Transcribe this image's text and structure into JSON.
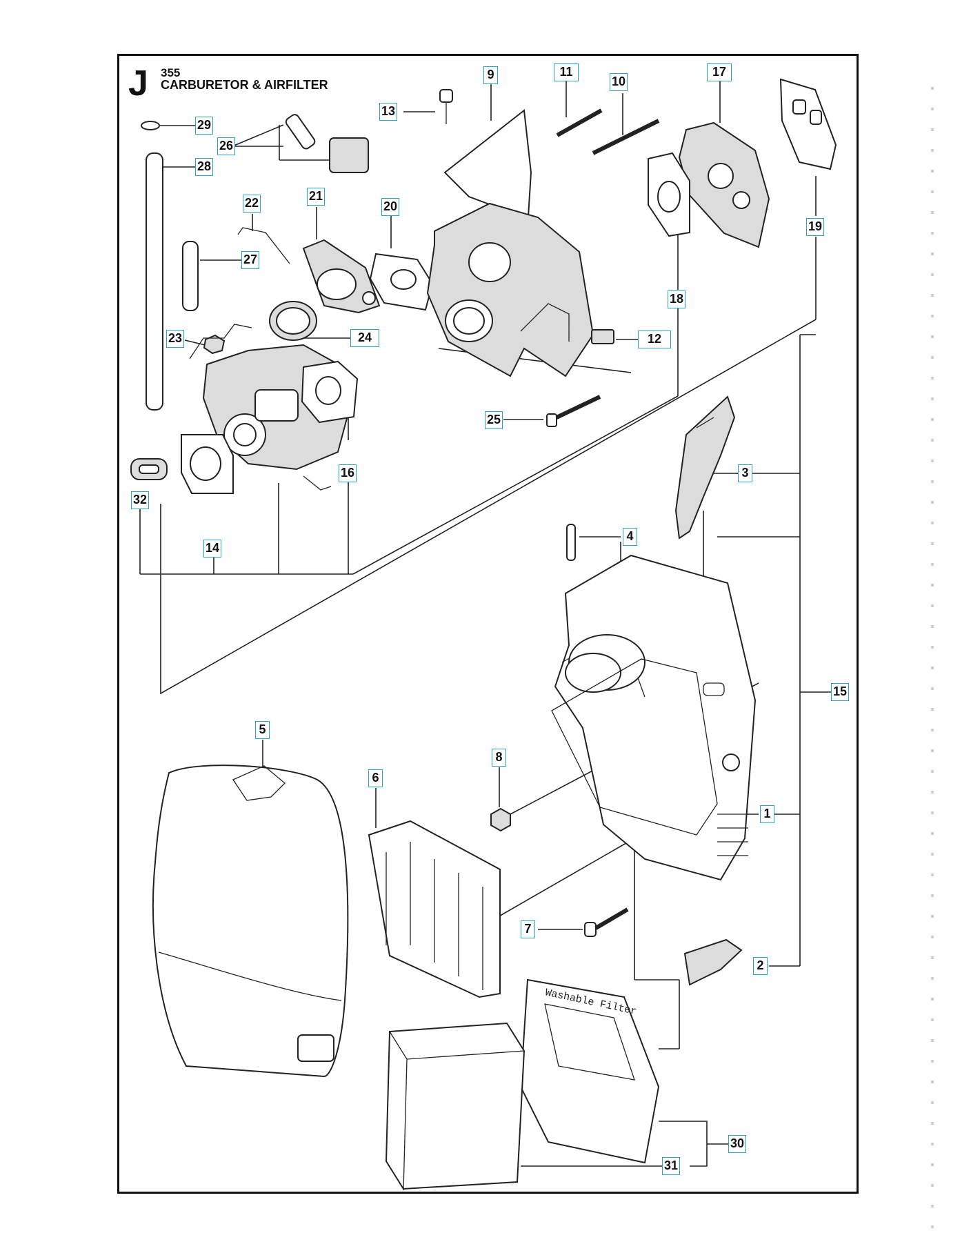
{
  "header": {
    "section_letter": "J",
    "model": "355",
    "title": "CARBURETOR & AIRFILTER"
  },
  "callouts": [
    "1",
    "2",
    "3",
    "4",
    "5",
    "6",
    "7",
    "8",
    "9",
    "10",
    "11",
    "12",
    "13",
    "14",
    "15",
    "16",
    "17",
    "18",
    "19",
    "20",
    "21",
    "22",
    "23",
    "24",
    "25",
    "26",
    "27",
    "28",
    "29",
    "30",
    "31",
    "32"
  ]
}
